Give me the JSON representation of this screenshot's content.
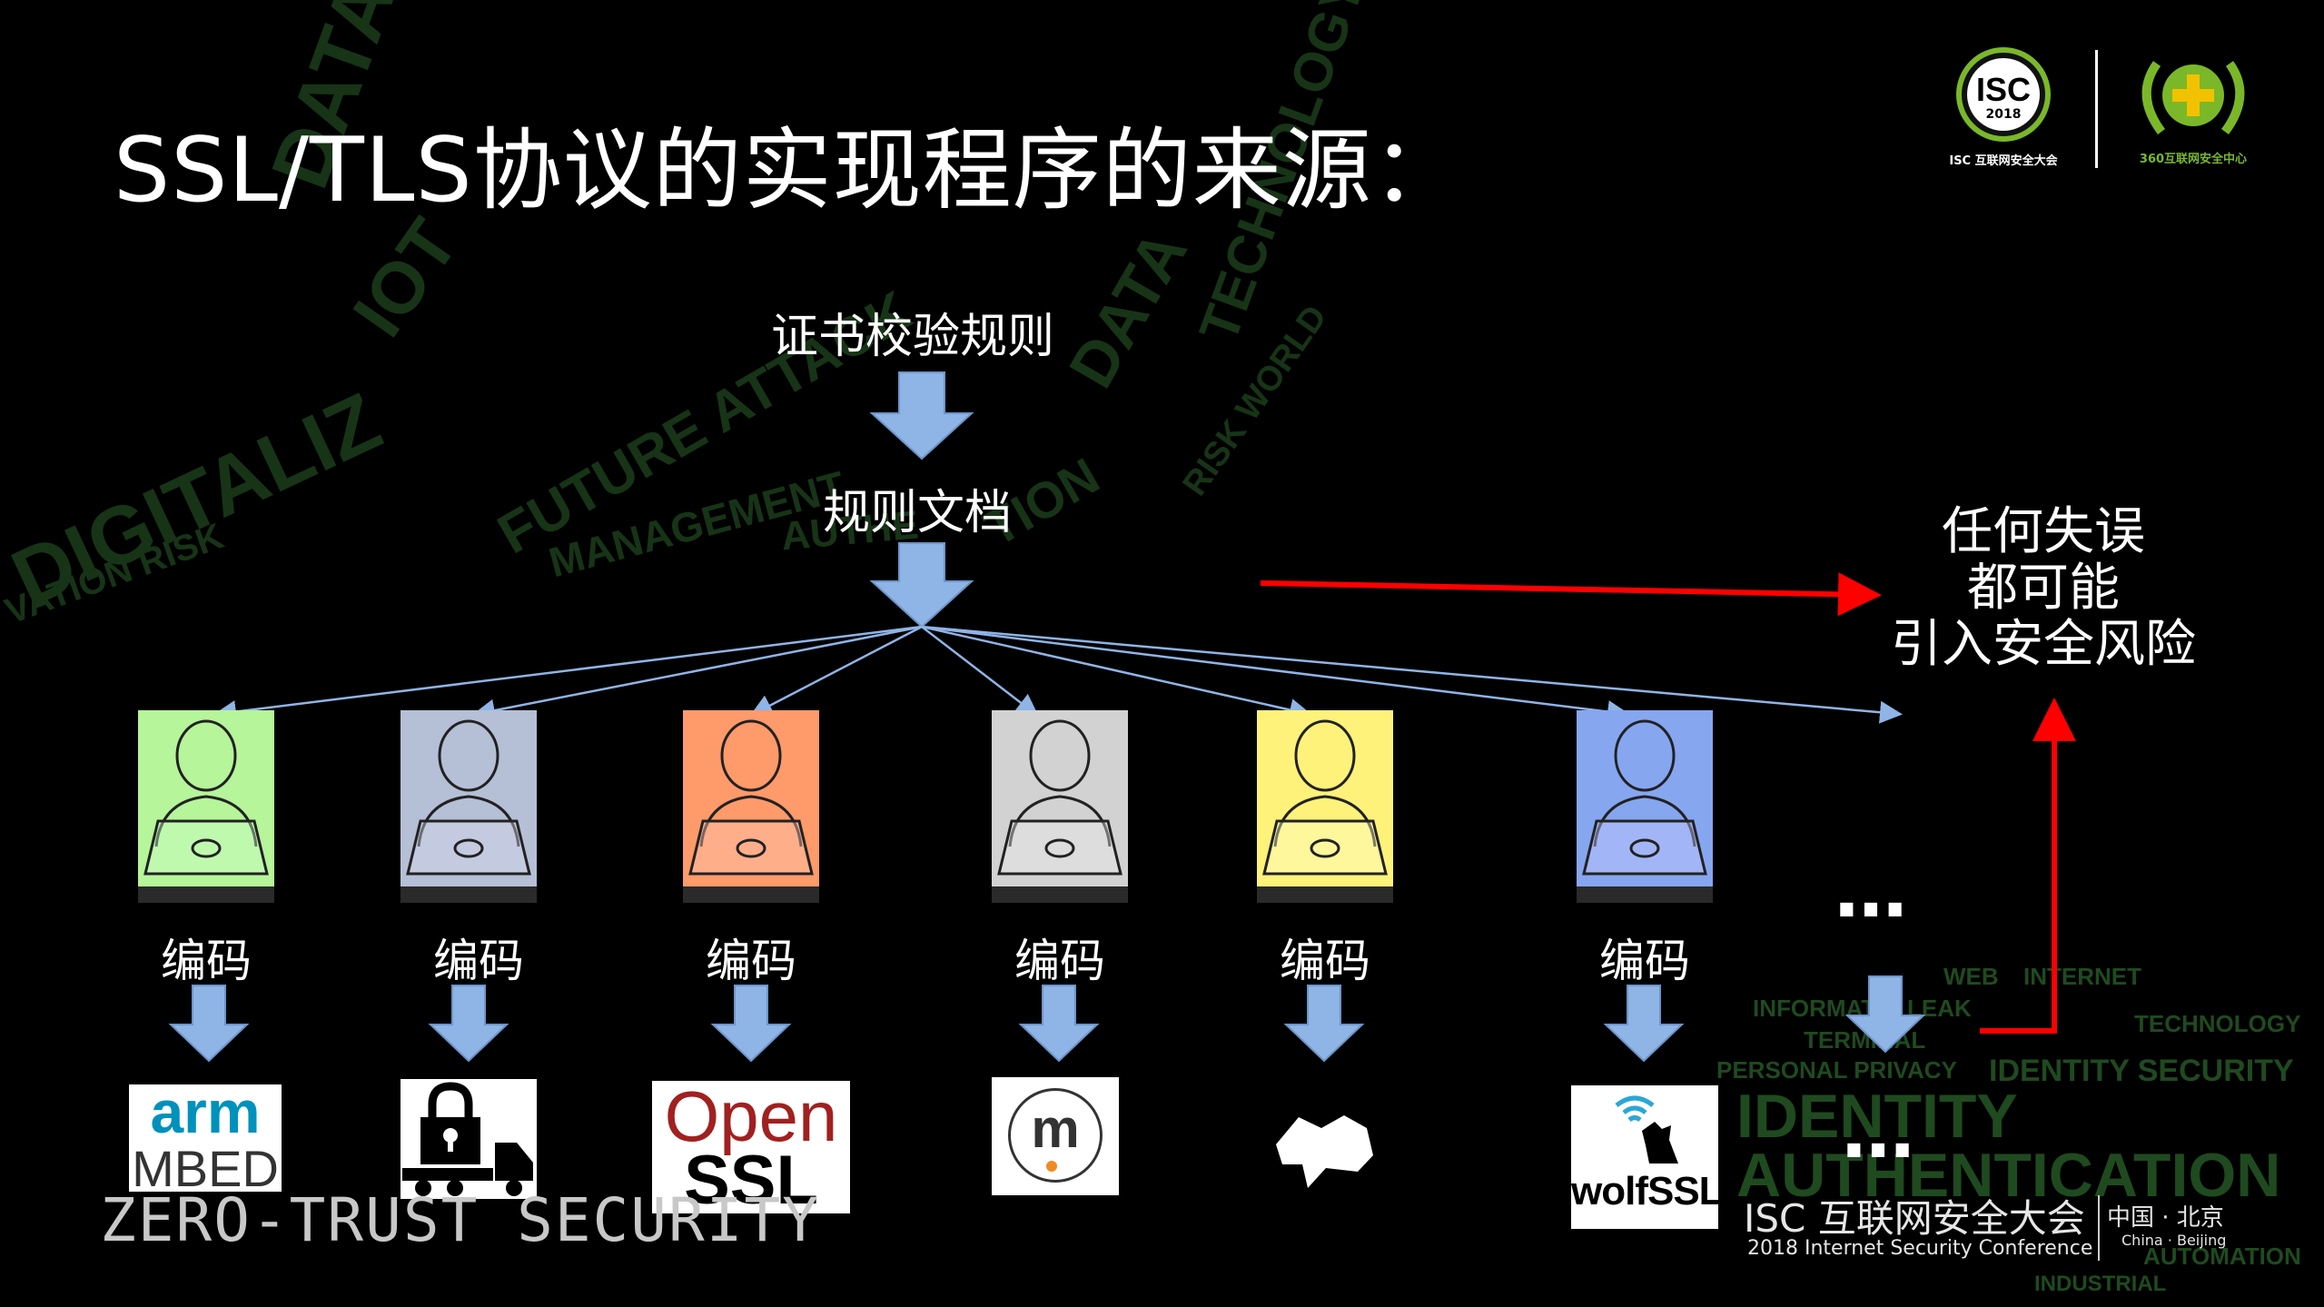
{
  "slide": {
    "title": "SSL/TLS协议的实现程序的来源：",
    "flow": {
      "top_label": "证书校验规则",
      "doc_label": "规则文档"
    },
    "risk_text": [
      "任何失误",
      "都可能",
      "引入安全风险"
    ],
    "coders": [
      {
        "color": "#b6f59a",
        "label": "编码"
      },
      {
        "color": "#b5bfd6",
        "label": "编码"
      },
      {
        "color": "#ff9a6a",
        "label": "编码"
      },
      {
        "color": "#d2d2d2",
        "label": "编码"
      },
      {
        "color": "#fff27a",
        "label": "编码"
      },
      {
        "color": "#86a6f0",
        "label": "编码"
      }
    ],
    "ellipsis": "…",
    "logos": {
      "arm_top": "arm",
      "arm_bottom": "MBED",
      "openssl_top": "Open",
      "openssl_bottom": "SSL",
      "matrix": "m",
      "wolfssl": "wolfSSL"
    },
    "watermark": "ZERO-TRUST SECURITY",
    "header_logos": {
      "isc_badge": "ISC",
      "isc_year": "2018",
      "isc_caption": "ISC 互联网安全大会",
      "center_caption": "360互联网安全中心"
    },
    "footer": {
      "conf_name": "ISC 互联网安全大会",
      "conf_en": "2018 Internet Security Conference",
      "location_cn": "中国 · 北京",
      "location_en": "China · Beijing"
    },
    "bg_words_right": [
      "WEB",
      "INTERNET",
      "INFORMAT",
      "LEAK",
      "TERMINAL",
      "PERSONAL PRIVACY",
      "TECHNOLOGY",
      "IDENTITY SECURITY",
      "IDENTITY",
      "AUTHENTICATION",
      "INDUSTRIAL",
      "AUTOMATION"
    ],
    "colors": {
      "arrow_blue": "#8fb4e6",
      "risk_red": "#ff0000",
      "bg_green": "#1e4a1e",
      "logo_green": "#7ab829"
    }
  }
}
